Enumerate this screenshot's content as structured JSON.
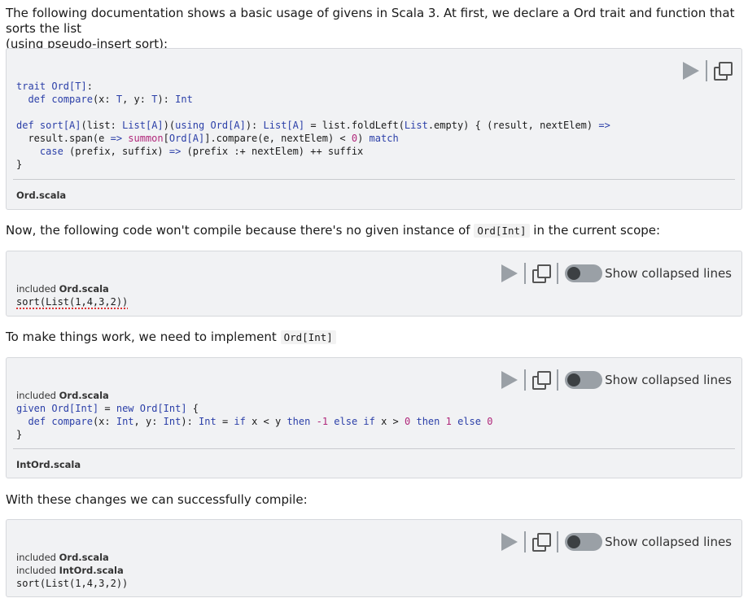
{
  "intro": {
    "line1": "The following documentation shows a basic usage of givens in Scala 3. At first, we declare a Ord trait and function that sorts the list",
    "line2": "(using pseudo-insert sort):"
  },
  "block1": {
    "filename": "Ord.scala"
  },
  "para2": {
    "before": "Now, the following code won't compile because there's no given instance of ",
    "code": "Ord[Int]",
    "after": " in the current scope:"
  },
  "block2": {
    "included": [
      {
        "label": "included",
        "file": "Ord.scala"
      }
    ],
    "code": "sort(List(1,4,3,2))",
    "toggle_label": "Show collapsed lines"
  },
  "para3": {
    "before": "To make things work, we need to implement ",
    "code": "Ord[Int]"
  },
  "block3": {
    "included": [
      {
        "label": "included",
        "file": "Ord.scala"
      }
    ],
    "filename": "IntOrd.scala",
    "toggle_label": "Show collapsed lines"
  },
  "para4": {
    "text": "With these changes we can successfully compile:"
  },
  "block4": {
    "included": [
      {
        "label": "included",
        "file": "Ord.scala"
      },
      {
        "label": "included",
        "file": "IntOrd.scala"
      }
    ],
    "code": "sort(List(1,4,3,2))",
    "toggle_label": "Show collapsed lines"
  }
}
